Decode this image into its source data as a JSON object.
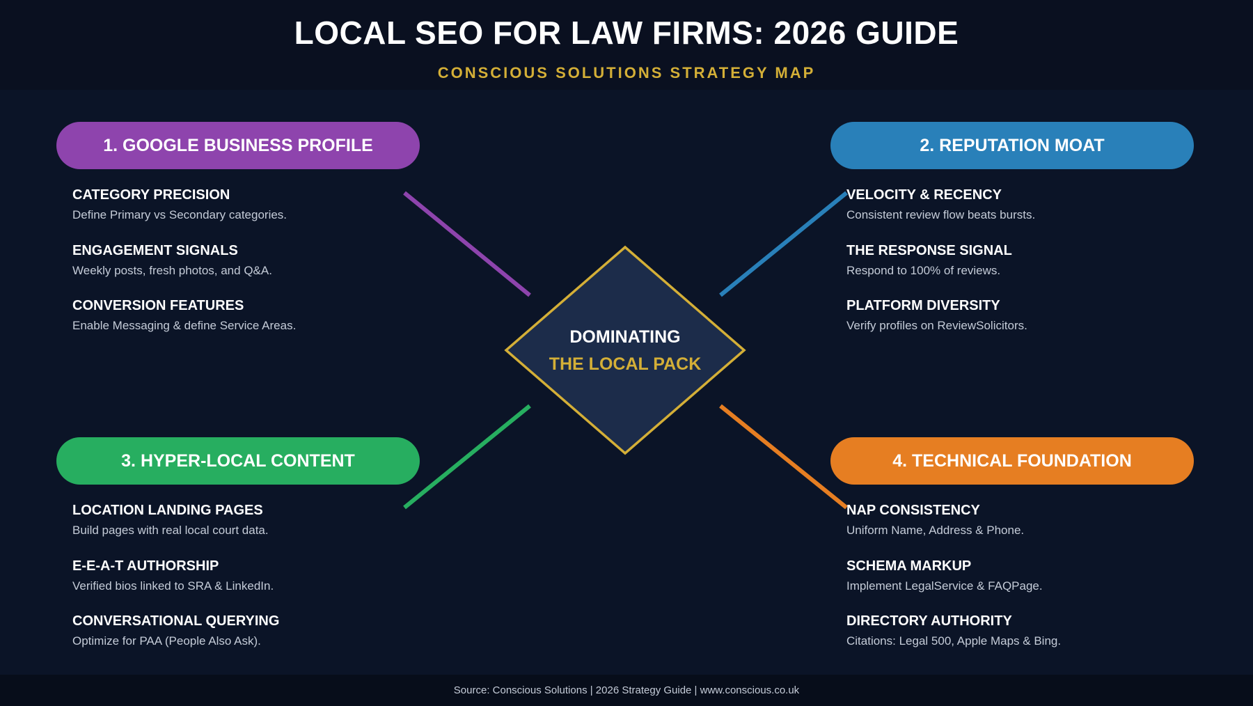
{
  "title": "LOCAL SEO FOR LAW FIRMS: 2026 GUIDE",
  "subtitle": "CONSCIOUS SOLUTIONS STRATEGY MAP",
  "center": {
    "line1": "DOMINATING",
    "line2": "THE LOCAL PACK"
  },
  "colors": {
    "background": "#0b1427",
    "gold": "#d4af37",
    "purple": "#8e44ad",
    "blue": "#2980b9",
    "green": "#27ae60",
    "orange": "#e67e22"
  },
  "sections": [
    {
      "label": "1. GOOGLE BUSINESS PROFILE",
      "color": "#8e44ad",
      "items": [
        {
          "title": "CATEGORY PRECISION",
          "desc": "Define Primary vs Secondary categories."
        },
        {
          "title": "ENGAGEMENT SIGNALS",
          "desc": "Weekly posts, fresh photos, and Q&A."
        },
        {
          "title": "CONVERSION FEATURES",
          "desc": "Enable Messaging & define Service Areas."
        }
      ]
    },
    {
      "label": "2. REPUTATION MOAT",
      "color": "#2980b9",
      "items": [
        {
          "title": "VELOCITY & RECENCY",
          "desc": "Consistent review flow beats bursts."
        },
        {
          "title": "THE RESPONSE SIGNAL",
          "desc": "Respond to 100% of reviews."
        },
        {
          "title": "PLATFORM DIVERSITY",
          "desc": "Verify profiles on ReviewSolicitors."
        }
      ]
    },
    {
      "label": "3. HYPER-LOCAL CONTENT",
      "color": "#27ae60",
      "items": [
        {
          "title": "LOCATION LANDING PAGES",
          "desc": "Build pages with real local court data."
        },
        {
          "title": "E-E-A-T AUTHORSHIP",
          "desc": "Verified bios linked to SRA & LinkedIn."
        },
        {
          "title": "CONVERSATIONAL QUERYING",
          "desc": "Optimize for PAA (People Also Ask)."
        }
      ]
    },
    {
      "label": "4. TECHNICAL FOUNDATION",
      "color": "#e67e22",
      "items": [
        {
          "title": "NAP CONSISTENCY",
          "desc": "Uniform Name, Address & Phone."
        },
        {
          "title": "SCHEMA MARKUP",
          "desc": "Implement LegalService & FAQPage."
        },
        {
          "title": "DIRECTORY AUTHORITY",
          "desc": "Citations: Legal 500, Apple Maps & Bing."
        }
      ]
    }
  ],
  "footer": "Source: Conscious Solutions | 2026 Strategy Guide | www.conscious.co.uk"
}
